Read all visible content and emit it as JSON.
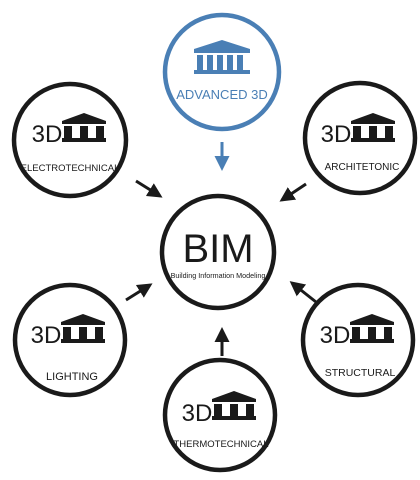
{
  "diagram": {
    "center": {
      "title": "BIM",
      "subtitle": "Building Information Modeling"
    },
    "nodes": [
      {
        "id": "advanced",
        "prefix": "",
        "label": "ADVANCED 3D",
        "highlighted": true
      },
      {
        "id": "electrotechnical",
        "prefix": "3D",
        "label": "ELECTROTECHNICAL",
        "highlighted": false
      },
      {
        "id": "architetonic",
        "prefix": "3D",
        "label": "ARCHITETONIC",
        "highlighted": false
      },
      {
        "id": "lighting",
        "prefix": "3D",
        "label": "LIGHTING",
        "highlighted": false
      },
      {
        "id": "structural",
        "prefix": "3D",
        "label": "STRUCTURAL",
        "highlighted": false
      },
      {
        "id": "thermotechnical",
        "prefix": "3D",
        "label": "THERMOTECHNICAL",
        "highlighted": false
      }
    ],
    "icons": {
      "node": "building-columns-icon"
    },
    "colors": {
      "dark": "#1a1a1a",
      "accent": "#4a7fb5"
    }
  }
}
